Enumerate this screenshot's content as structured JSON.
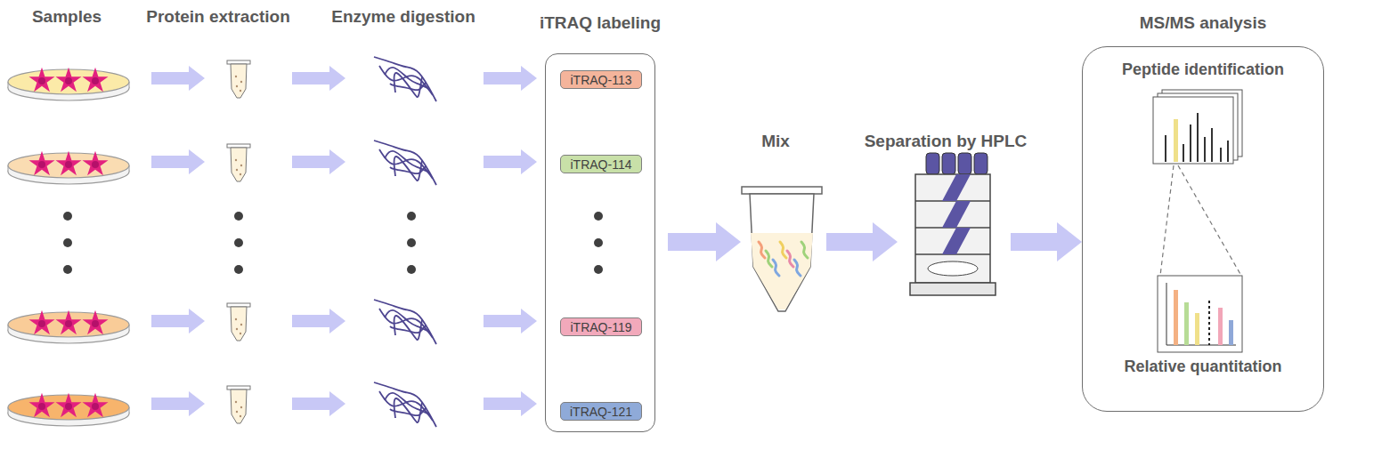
{
  "diagram": {
    "nodes": [
      {
        "text": [
          "iTRAQ labeling"
        ]
      },
      {
        "text": [
          "iTRAQ-113"
        ],
        "in": 0
      },
      {
        "text": [
          "iTRAQ-114"
        ],
        "in": 0
      },
      {
        "text": [
          "iTRAQ-119"
        ],
        "in": 0
      },
      {
        "text": [
          "iTRAQ-121"
        ],
        "in": 0
      },
      {
        "text": [
          "MS/MS analysis",
          "Peptide identification",
          "Relative quantitation"
        ]
      }
    ],
    "labels": [
      "Samples",
      "Protein extraction",
      "Enzyme digestion",
      "Mix",
      "Separation by HPLC"
    ]
  }
}
